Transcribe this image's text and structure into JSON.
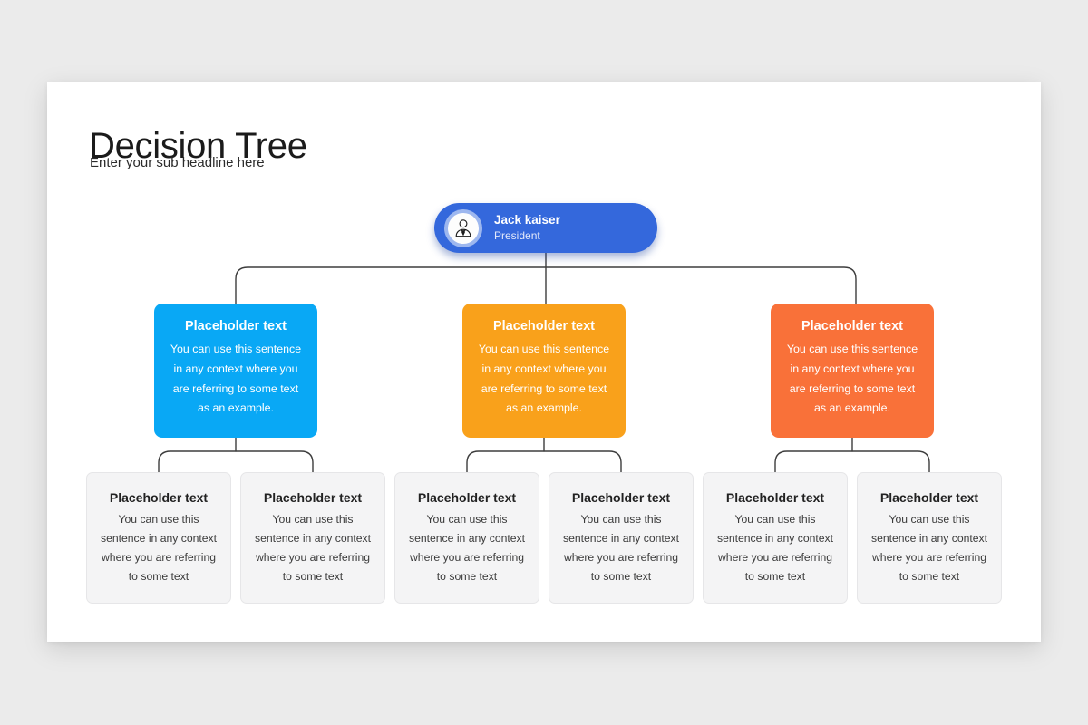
{
  "slide": {
    "title": "Decision Tree",
    "subtitle": "Enter your sub headline here",
    "background_color": "#ebebeb",
    "surface_color": "#ffffff"
  },
  "root": {
    "name": "Jack kaiser",
    "role": "President",
    "color": "#3468dc",
    "avatar_icon": "businessman-avatar-icon"
  },
  "branches": [
    {
      "title": "Placeholder text",
      "body_lines": [
        "You can use this sentence",
        "in any context where you",
        "are referring to some text",
        "as an example."
      ],
      "color": "#09a8f5"
    },
    {
      "title": "Placeholder text",
      "body_lines": [
        "You can use this sentence",
        "in any context where you",
        "are referring to some text",
        "as an example."
      ],
      "color": "#f9a11b"
    },
    {
      "title": "Placeholder text",
      "body_lines": [
        "You can use this sentence",
        "in any context where you",
        "are referring to some text",
        "as an example."
      ],
      "color": "#f97139"
    }
  ],
  "leaves": [
    {
      "title": "Placeholder text",
      "body_lines": [
        "You can use this",
        "sentence in any context",
        "where you are referring",
        "to some text"
      ]
    },
    {
      "title": "Placeholder text",
      "body_lines": [
        "You can use this",
        "sentence in any context",
        "where you are referring",
        "to some text"
      ]
    },
    {
      "title": "Placeholder text",
      "body_lines": [
        "You can use this",
        "sentence in any context",
        "where you are referring",
        "to some text"
      ]
    },
    {
      "title": "Placeholder text",
      "body_lines": [
        "You can use this",
        "sentence in any context",
        "where you are referring",
        "to some text"
      ]
    },
    {
      "title": "Placeholder text",
      "body_lines": [
        "You can use this",
        "sentence in any context",
        "where you are referring",
        "to some text"
      ]
    },
    {
      "title": "Placeholder text",
      "body_lines": [
        "You can use this",
        "sentence in any context",
        "where you are referring",
        "to some text"
      ]
    }
  ],
  "connector": {
    "color": "#3d3d3d",
    "width": 1.4
  }
}
